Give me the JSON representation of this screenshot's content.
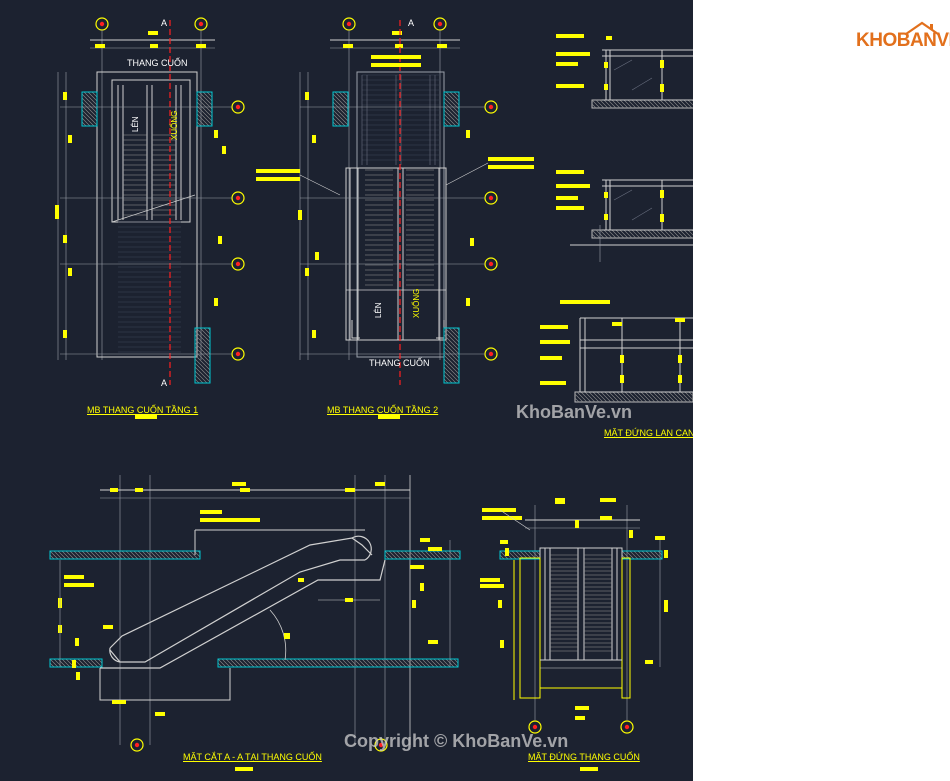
{
  "brand": {
    "logo_text": "KHOBANVE"
  },
  "labels": {
    "thang_cuon_top": "THANG CUỐN",
    "thang_cuon_bottom": "THANG CUỐN",
    "len_1": "LÊN",
    "xuong_1": "XUỐNG",
    "len_2": "LÊN",
    "xuong_2": "XUỐNG",
    "section_a_top_1": "A",
    "section_a_bottom_1": "A",
    "section_a_top_2": "A"
  },
  "titles": {
    "plan_floor_1": "MB THANG CUỐN TẦNG 1",
    "plan_floor_2": "MB THANG CUỐN TẦNG 2",
    "railing_elevation": "MẶT ĐỨNG LAN CAN",
    "section_aa": "MẶT CẮT A - A TẠI THANG CUỐN",
    "escalator_elevation": "MẶT ĐỨNG THANG CUỐN"
  },
  "watermarks": {
    "center": "KhoBanVe.vn",
    "bottom": "Copyright © KhoBanVe.vn"
  },
  "colors": {
    "background": "#1c2230",
    "yellow": "#ffff00",
    "red": "#ff2020",
    "cyan": "#00c8d2",
    "line": "#d0d0d0",
    "logo": "#e2701c"
  }
}
